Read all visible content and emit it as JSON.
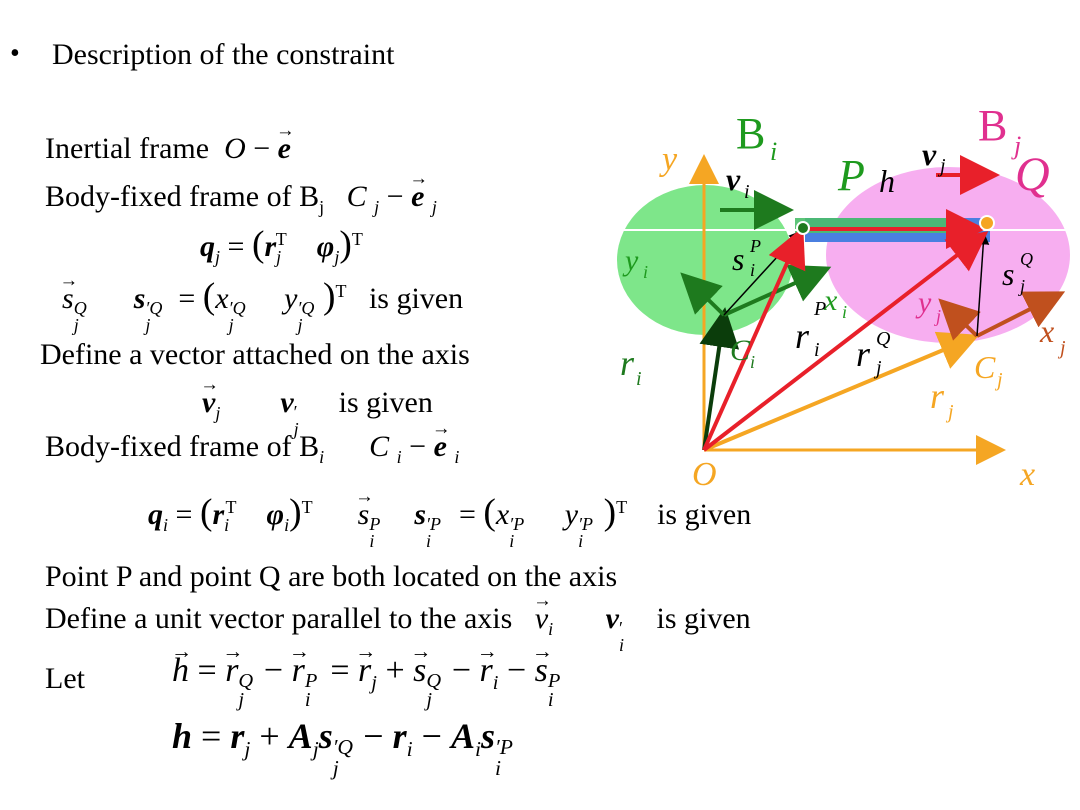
{
  "slide": {
    "bullet": "•",
    "heading": "Description of the constraint",
    "inertial_label": "Inertial frame",
    "body_j_label": "Body-fixed frame of B",
    "body_i_label": "Body-fixed frame of B",
    "is_given": "is given",
    "define_axis_vector": "Define a vector attached on the axis",
    "points_on_axis": "Point P and point Q are both located on the axis",
    "define_unit_vector": "Define a unit vector parallel to the axis",
    "let": "Let"
  },
  "diagram": {
    "labels": {
      "Bi": "B",
      "Bi_sub": "i",
      "Bj": "B",
      "Bj_sub": "j",
      "P": "P",
      "Q": "Q",
      "O": "O",
      "h": "h",
      "vi": "v",
      "vj": "v",
      "x": "x",
      "y": "y",
      "xi": "x",
      "yi": "y",
      "xj": "x",
      "yj": "y",
      "Ci": "C",
      "Cj": "C",
      "ri": "r",
      "rj": "r",
      "riP": "r",
      "rjQ": "r",
      "siP": "s",
      "sjQ": "s",
      "sub_i": "i",
      "sub_j": "j",
      "sup_P": "P",
      "sup_Q": "Q"
    },
    "colors": {
      "frame": "#f5a623",
      "body_i_fill": "#7ee68a",
      "body_j_fill": "#f7aef0",
      "axis_bar": "#4a7fe0",
      "axis_bar_inner": "#4bbf6a",
      "red": "#e8202a",
      "green": "#1e7a1e",
      "dark_green": "#0b3d0b",
      "brown": "#c0501e",
      "magenta": "#e0308f"
    }
  }
}
